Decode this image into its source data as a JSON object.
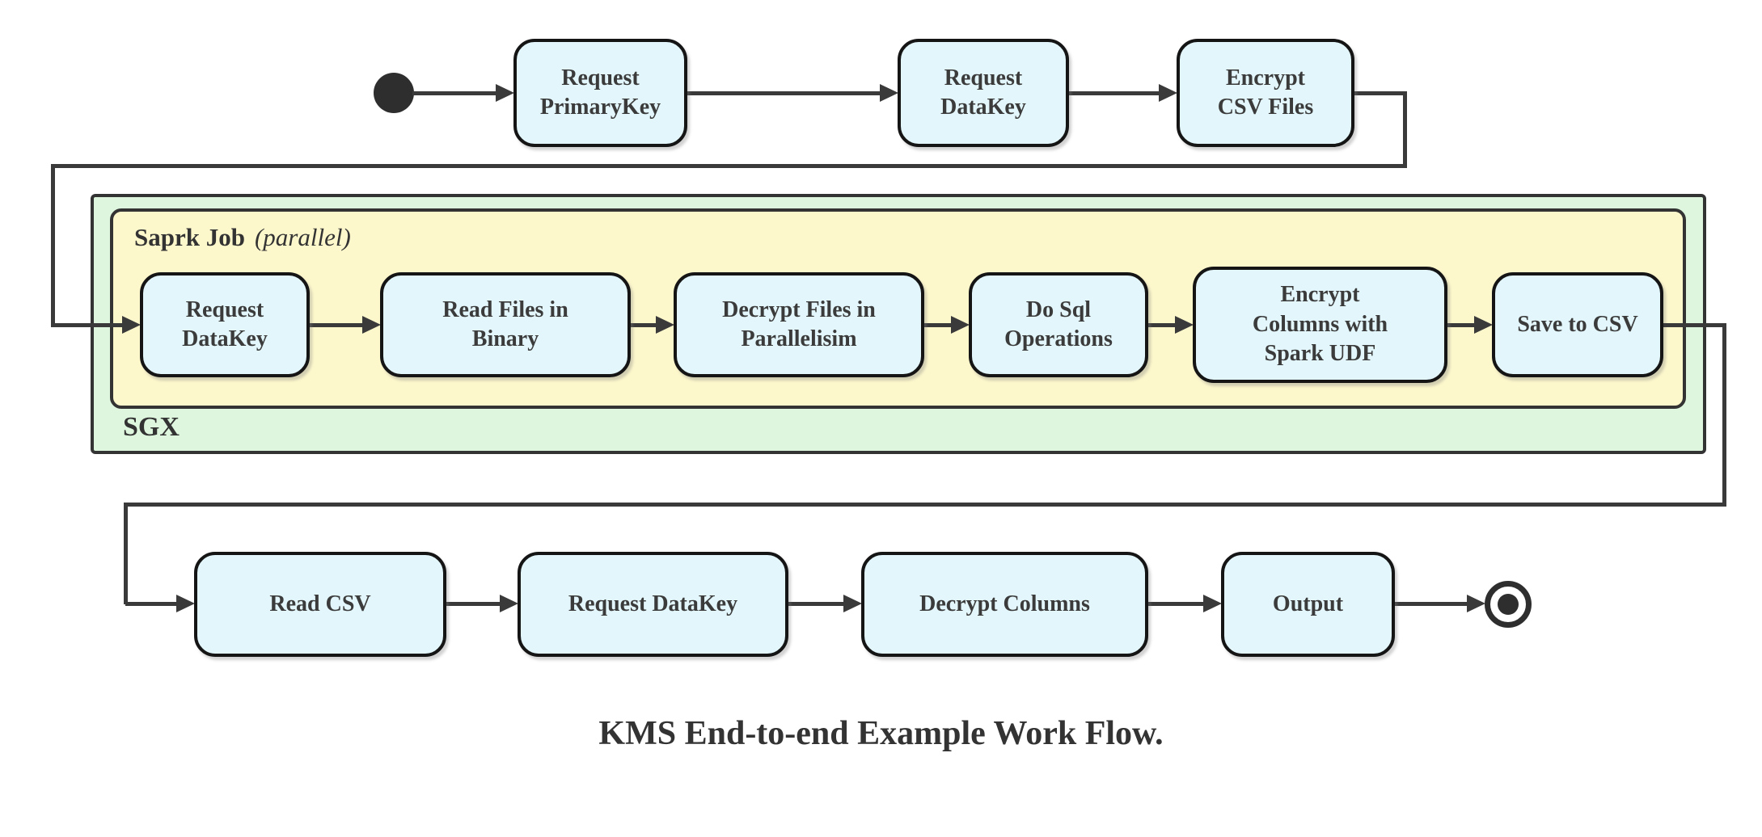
{
  "diagram": {
    "caption": "KMS End-to-end Example Work Flow.",
    "colors": {
      "node_fill": "#e2f6fb",
      "node_border": "#151515",
      "sgx_container_fill": "#def6de",
      "spark_container_fill": "#fdf8cc",
      "container_border": "#333333",
      "connector": "#3a3a3a",
      "text": "#3b3b3b"
    },
    "containers": {
      "sgx": {
        "label": "SGX"
      },
      "spark_job": {
        "label": "Saprk Job",
        "qualifier": "(parallel)"
      }
    },
    "nodes": {
      "top": [
        {
          "id": "request-primarykey",
          "label": "Request\nPrimaryKey"
        },
        {
          "id": "request-datakey",
          "label": "Request\nDataKey"
        },
        {
          "id": "encrypt-csv-files",
          "label": "Encrypt\nCSV Files"
        }
      ],
      "spark": [
        {
          "id": "request-datakey-sgx",
          "label": "Request\nDataKey"
        },
        {
          "id": "read-files-in-binary",
          "label": "Read Files in\nBinary"
        },
        {
          "id": "decrypt-files-in-parallelisim",
          "label": "Decrypt Files in\nParallelisim"
        },
        {
          "id": "do-sql-operations",
          "label": "Do Sql\nOperations"
        },
        {
          "id": "encrypt-columns-with-spark-udf",
          "label": "Encrypt\nColumns with\nSpark UDF"
        },
        {
          "id": "save-to-csv",
          "label": "Save to CSV"
        }
      ],
      "bottom": [
        {
          "id": "read-csv",
          "label": "Read CSV"
        },
        {
          "id": "request-datakey-out",
          "label": "Request DataKey"
        },
        {
          "id": "decrypt-columns",
          "label": "Decrypt Columns"
        },
        {
          "id": "output",
          "label": "Output"
        }
      ]
    }
  }
}
